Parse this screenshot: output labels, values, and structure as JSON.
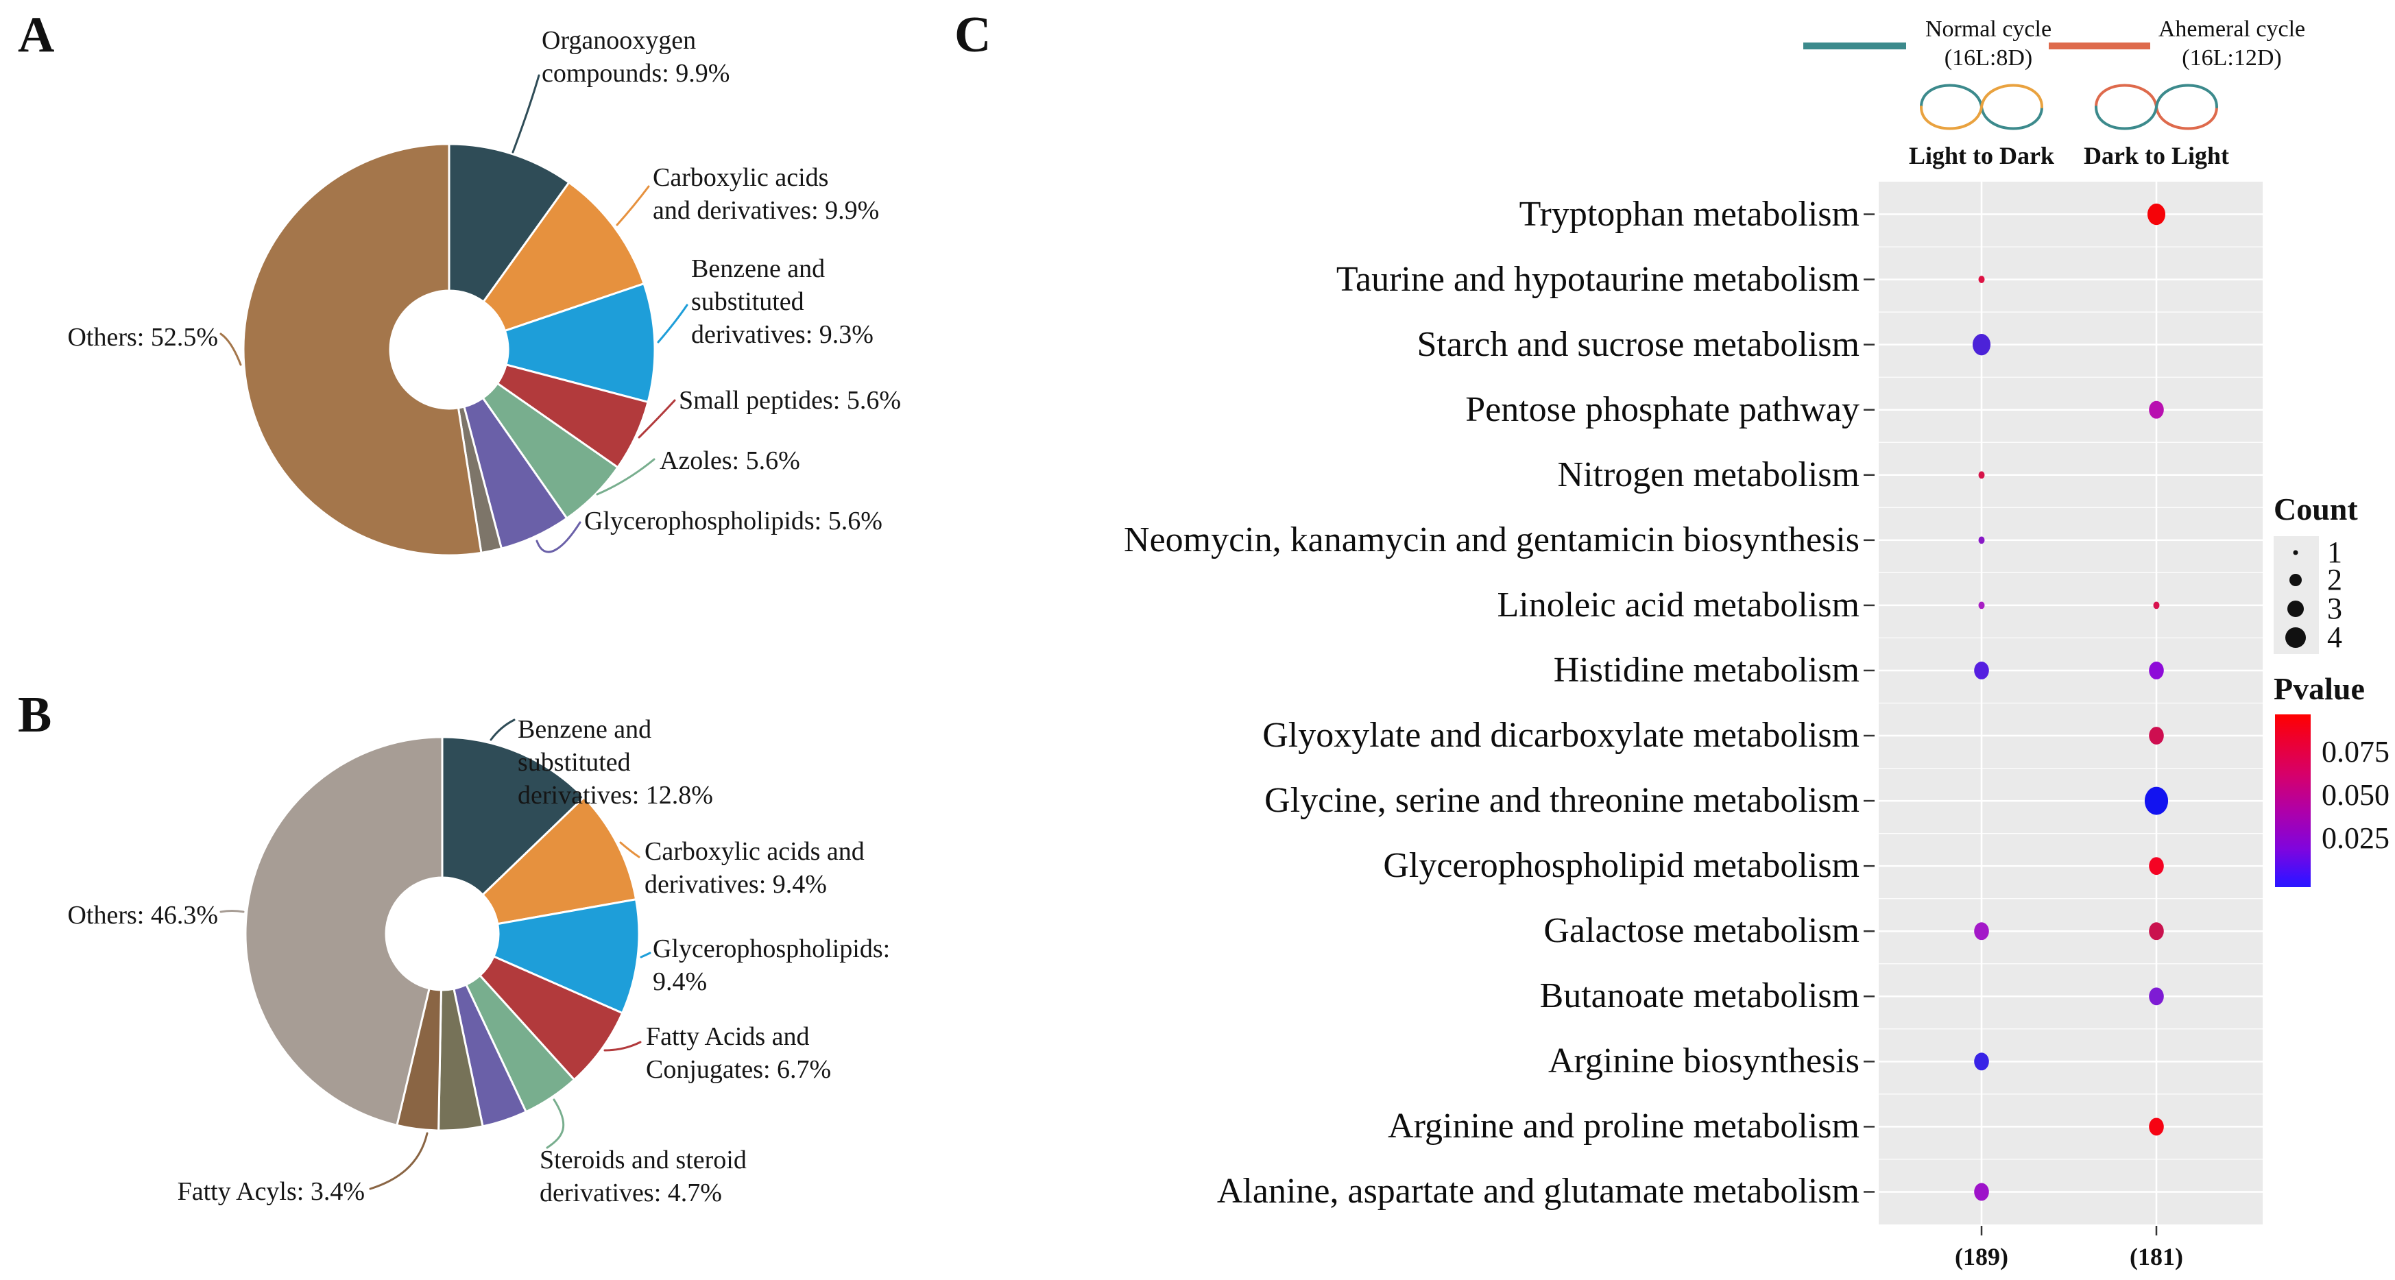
{
  "panels": {
    "a": "A",
    "b": "B",
    "c": "C"
  },
  "chart_data": [
    {
      "type": "pie",
      "panel": "A",
      "donut": true,
      "slices": [
        {
          "label": "Organooxygen compounds",
          "value": 9.9,
          "display": [
            "Organooxygen",
            "compounds: 9.9%"
          ],
          "color": "#2F4C57"
        },
        {
          "label": "Carboxylic acids and derivatives",
          "value": 9.9,
          "display": [
            "Carboxylic acids",
            "and derivatives: 9.9%"
          ],
          "color": "#E6913E"
        },
        {
          "label": "Benzene and substituted derivatives",
          "value": 9.3,
          "display": [
            "Benzene and",
            "substituted",
            "derivatives: 9.3%"
          ],
          "color": "#1E9ED9"
        },
        {
          "label": "Small peptides",
          "value": 5.6,
          "display": [
            "Small peptides: 5.6%"
          ],
          "color": "#B23A3C"
        },
        {
          "label": "Azoles",
          "value": 5.6,
          "display": [
            "Azoles: 5.6%"
          ],
          "color": "#78AE8E"
        },
        {
          "label": "Glycerophospholipids",
          "value": 5.6,
          "display": [
            "Glycerophospholipids: 5.6%"
          ],
          "color": "#6A60A8"
        },
        {
          "label": "",
          "value": 1.6,
          "display": [],
          "color": "#7D7569"
        },
        {
          "label": "Others",
          "value": 52.5,
          "display": [
            "Others: 52.5%"
          ],
          "color": "#A4764B"
        }
      ]
    },
    {
      "type": "pie",
      "panel": "B",
      "donut": true,
      "slices": [
        {
          "label": "Benzene and substituted derivatives",
          "value": 12.8,
          "display": [
            "Benzene and",
            "substituted",
            "derivatives: 12.8%"
          ],
          "color": "#2F4C57"
        },
        {
          "label": "Carboxylic acids and derivatives",
          "value": 9.4,
          "display": [
            "Carboxylic acids and",
            "derivatives: 9.4%"
          ],
          "color": "#E6913E"
        },
        {
          "label": "Glycerophospholipids",
          "value": 9.4,
          "display": [
            "Glycerophospholipids:",
            "9.4%"
          ],
          "color": "#1E9ED9"
        },
        {
          "label": "Fatty Acids and Conjugates",
          "value": 6.7,
          "display": [
            "Fatty Acids and",
            "Conjugates: 6.7%"
          ],
          "color": "#B23A3C"
        },
        {
          "label": "Steroids and steroid derivatives",
          "value": 4.7,
          "display": [
            "Steroids and steroid",
            "derivatives: 4.7%"
          ],
          "color": "#78AE8E"
        },
        {
          "label": "",
          "value": 3.7,
          "display": [],
          "color": "#6A60A8"
        },
        {
          "label": "",
          "value": 3.6,
          "display": [],
          "color": "#767258"
        },
        {
          "label": "Fatty Acyls",
          "value": 3.4,
          "display": [
            "Fatty Acyls: 3.4%"
          ],
          "color": "#8A6544"
        },
        {
          "label": "Others",
          "value": 46.3,
          "display": [
            "Others: 46.3%"
          ],
          "color": "#A79D95"
        }
      ]
    },
    {
      "type": "scatter",
      "panel": "C",
      "header": {
        "series": [
          {
            "label": "Normal cycle",
            "sublabel": "(16L:8D)",
            "color": "#3C8A8C"
          },
          {
            "label": "Ahemeral cycle",
            "sublabel": "(16L:12D)",
            "color": "#DE6A4C"
          }
        ]
      },
      "columns": [
        {
          "label": "Light to Dark",
          "sublabel": "(189)",
          "icon": "infinity-icon",
          "icon_colors": [
            "#3C8A8C",
            "#E9A23F"
          ]
        },
        {
          "label": "Dark to Light",
          "sublabel": "(181)",
          "icon": "infinity-icon",
          "icon_colors": [
            "#DE6A4C",
            "#3C8A8C"
          ]
        }
      ],
      "rows": [
        "Tryptophan metabolism",
        "Taurine and hypotaurine metabolism",
        "Starch and sucrose metabolism",
        "Pentose phosphate pathway",
        "Nitrogen metabolism",
        "Neomycin, kanamycin and gentamicin biosynthesis",
        "Linoleic acid metabolism",
        "Histidine metabolism",
        "Glyoxylate and dicarboxylate metabolism",
        "Glycine, serine and threonine metabolism",
        "Glycerophospholipid metabolism",
        "Galactose metabolism",
        "Butanoate metabolism",
        "Arginine biosynthesis",
        "Arginine and proline metabolism",
        "Alanine, aspartate and glutamate metabolism"
      ],
      "points": [
        {
          "row": 0,
          "col": 1,
          "count": 3,
          "pvalue": 0.088,
          "color": "#F50308"
        },
        {
          "row": 1,
          "col": 0,
          "count": 1,
          "pvalue": 0.065,
          "color": "#DD1243"
        },
        {
          "row": 2,
          "col": 0,
          "count": 3,
          "pvalue": 0.012,
          "color": "#4C22D8"
        },
        {
          "row": 3,
          "col": 1,
          "count": 2,
          "pvalue": 0.04,
          "color": "#B810B0"
        },
        {
          "row": 4,
          "col": 0,
          "count": 1,
          "pvalue": 0.06,
          "color": "#D61349"
        },
        {
          "row": 5,
          "col": 0,
          "count": 1,
          "pvalue": 0.03,
          "color": "#8819C6"
        },
        {
          "row": 6,
          "col": 0,
          "count": 1,
          "pvalue": 0.035,
          "color": "#A81FC4"
        },
        {
          "row": 6,
          "col": 1,
          "count": 1,
          "pvalue": 0.058,
          "color": "#D8124E"
        },
        {
          "row": 7,
          "col": 0,
          "count": 2,
          "pvalue": 0.015,
          "color": "#551EE0"
        },
        {
          "row": 7,
          "col": 1,
          "count": 2,
          "pvalue": 0.025,
          "color": "#8E0BD8"
        },
        {
          "row": 8,
          "col": 1,
          "count": 2,
          "pvalue": 0.06,
          "color": "#CE0E50"
        },
        {
          "row": 9,
          "col": 1,
          "count": 4,
          "pvalue": 0.005,
          "color": "#1213F0"
        },
        {
          "row": 10,
          "col": 1,
          "count": 2,
          "pvalue": 0.085,
          "color": "#F40323"
        },
        {
          "row": 11,
          "col": 0,
          "count": 2,
          "pvalue": 0.038,
          "color": "#A318C8"
        },
        {
          "row": 11,
          "col": 1,
          "count": 2,
          "pvalue": 0.057,
          "color": "#C9124E"
        },
        {
          "row": 12,
          "col": 1,
          "count": 2,
          "pvalue": 0.027,
          "color": "#7E1BD4"
        },
        {
          "row": 13,
          "col": 0,
          "count": 2,
          "pvalue": 0.014,
          "color": "#3823E6"
        },
        {
          "row": 14,
          "col": 1,
          "count": 2,
          "pvalue": 0.088,
          "color": "#F60313"
        },
        {
          "row": 15,
          "col": 0,
          "count": 2,
          "pvalue": 0.033,
          "color": "#9D12C9"
        }
      ],
      "legend": {
        "count": {
          "title": "Count",
          "items": [
            "1",
            "2",
            "3",
            "4"
          ]
        },
        "pvalue": {
          "title": "Pvalue",
          "ticks": [
            "0.075",
            "0.050",
            "0.025"
          ],
          "gradient_top": "#FF0000",
          "gradient_bottom": "#2A16FF"
        }
      },
      "panel_background": "#EAEAEA"
    }
  ]
}
